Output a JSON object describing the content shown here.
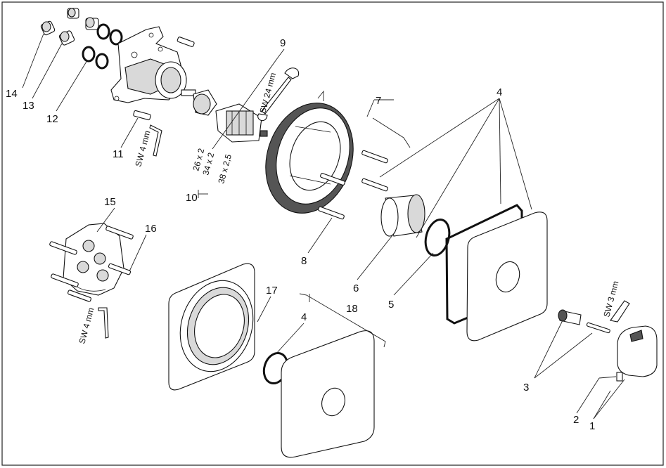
{
  "callouts": [
    "1",
    "2",
    "3",
    "4",
    "4",
    "5",
    "6",
    "7",
    "8",
    "9",
    "10",
    "11",
    "12",
    "13",
    "14",
    "15",
    "16",
    "17",
    "18"
  ],
  "dims": {
    "wrench_24": "SW 24 mm",
    "wrench_4a": "SW 4 mm",
    "wrench_4b": "SW 4 mm",
    "wrench_3": "SW 3 mm",
    "o1": "26 x 2",
    "o2": "34 x 2",
    "o3": "38 x 2,5"
  }
}
